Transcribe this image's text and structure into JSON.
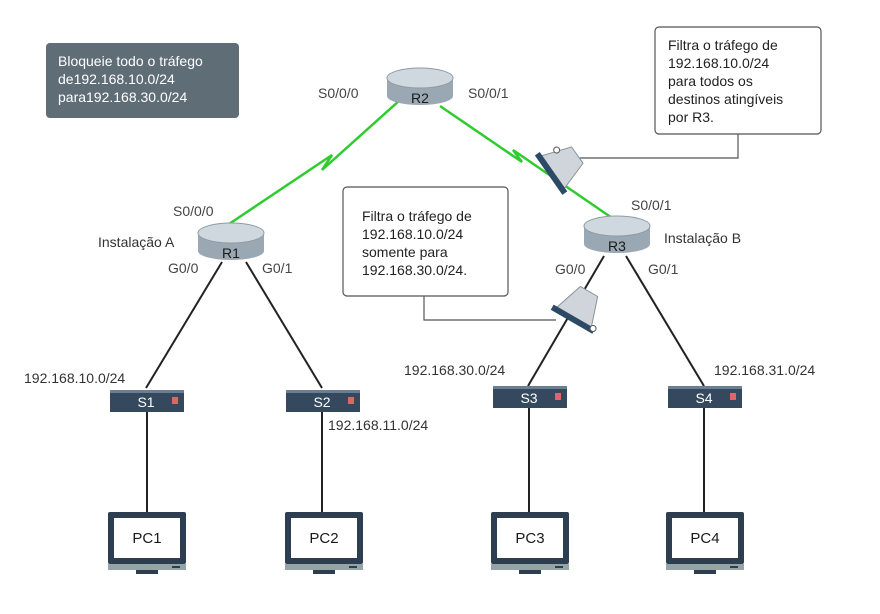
{
  "colors": {
    "wan_link": "#2ecc2e",
    "lan_link": "#222222",
    "note_dark_bg": "#5f6d77",
    "router_top": "#cfd8df",
    "router_body": "#9aa8b3",
    "switch_body": "#34495e",
    "acl_marker": "#e06666"
  },
  "note_block": {
    "lines": [
      "Bloqueie todo o tráfego",
      "de192.168.10.0/24",
      "para192.168.30.0/24"
    ]
  },
  "note_r3": {
    "lines": [
      "Filtra o tráfego de",
      "192.168.10.0/24",
      "para todos os",
      "destinos atingíveis",
      "por R3."
    ]
  },
  "note_s3": {
    "lines": [
      "Filtra o tráfego de",
      "192.168.10.0/24",
      "somente para",
      "192.168.30.0/24."
    ]
  },
  "routers": {
    "r1": {
      "label": "R1",
      "site": "Instalação A",
      "ifaces": {
        "s0": "S0/0/0",
        "g0": "G0/0",
        "g1": "G0/1"
      }
    },
    "r2": {
      "label": "R2",
      "ifaces": {
        "left": "S0/0/0",
        "right": "S0/0/1"
      }
    },
    "r3": {
      "label": "R3",
      "site": "Instalação B",
      "ifaces": {
        "s1": "S0/0/1",
        "g0": "G0/0",
        "g1": "G0/1"
      }
    }
  },
  "switches": [
    {
      "label": "S1",
      "network": "192.168.10.0/24"
    },
    {
      "label": "S2",
      "network": "192.168.11.0/24"
    },
    {
      "label": "S3",
      "network": "192.168.30.0/24"
    },
    {
      "label": "S4",
      "network": "192.168.31.0/24"
    }
  ],
  "pcs": [
    "PC1",
    "PC2",
    "PC3",
    "PC4"
  ]
}
